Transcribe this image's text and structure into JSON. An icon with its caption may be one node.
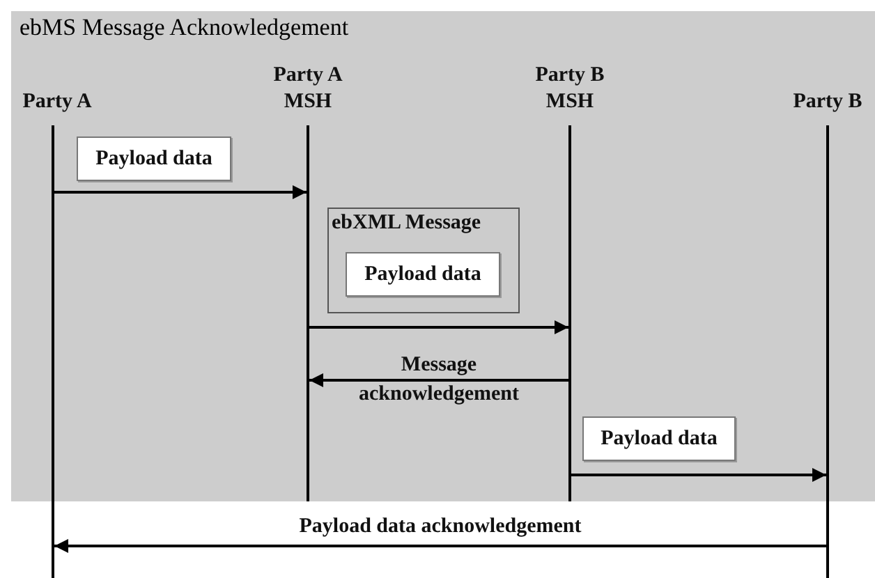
{
  "diagram": {
    "title": "ebMS Message Acknowledgement",
    "nodes": [
      {
        "text": [
          "Party A"
        ]
      },
      {
        "text": [
          "Party A MSH"
        ]
      },
      {
        "text": [
          "Party B MSH"
        ]
      },
      {
        "text": [
          "Party B"
        ]
      },
      {
        "text": [
          "Payload data"
        ]
      },
      {
        "text": [
          "ebXML Message"
        ]
      },
      {
        "text": [
          "Payload data"
        ],
        "in": 5
      },
      {
        "text": [
          "Payload data"
        ]
      }
    ],
    "edges": [
      {
        "from": 0,
        "to": 1,
        "arrow": "to"
      },
      {
        "from": 1,
        "to": 2,
        "arrow": "to"
      },
      {
        "from": 2,
        "to": 1,
        "arrow": "to",
        "label": "Message acknowledgement"
      },
      {
        "from": 2,
        "to": 3,
        "arrow": "to"
      },
      {
        "from": 3,
        "to": 0,
        "arrow": "to",
        "label": "Payload data acknowledgement"
      }
    ]
  }
}
